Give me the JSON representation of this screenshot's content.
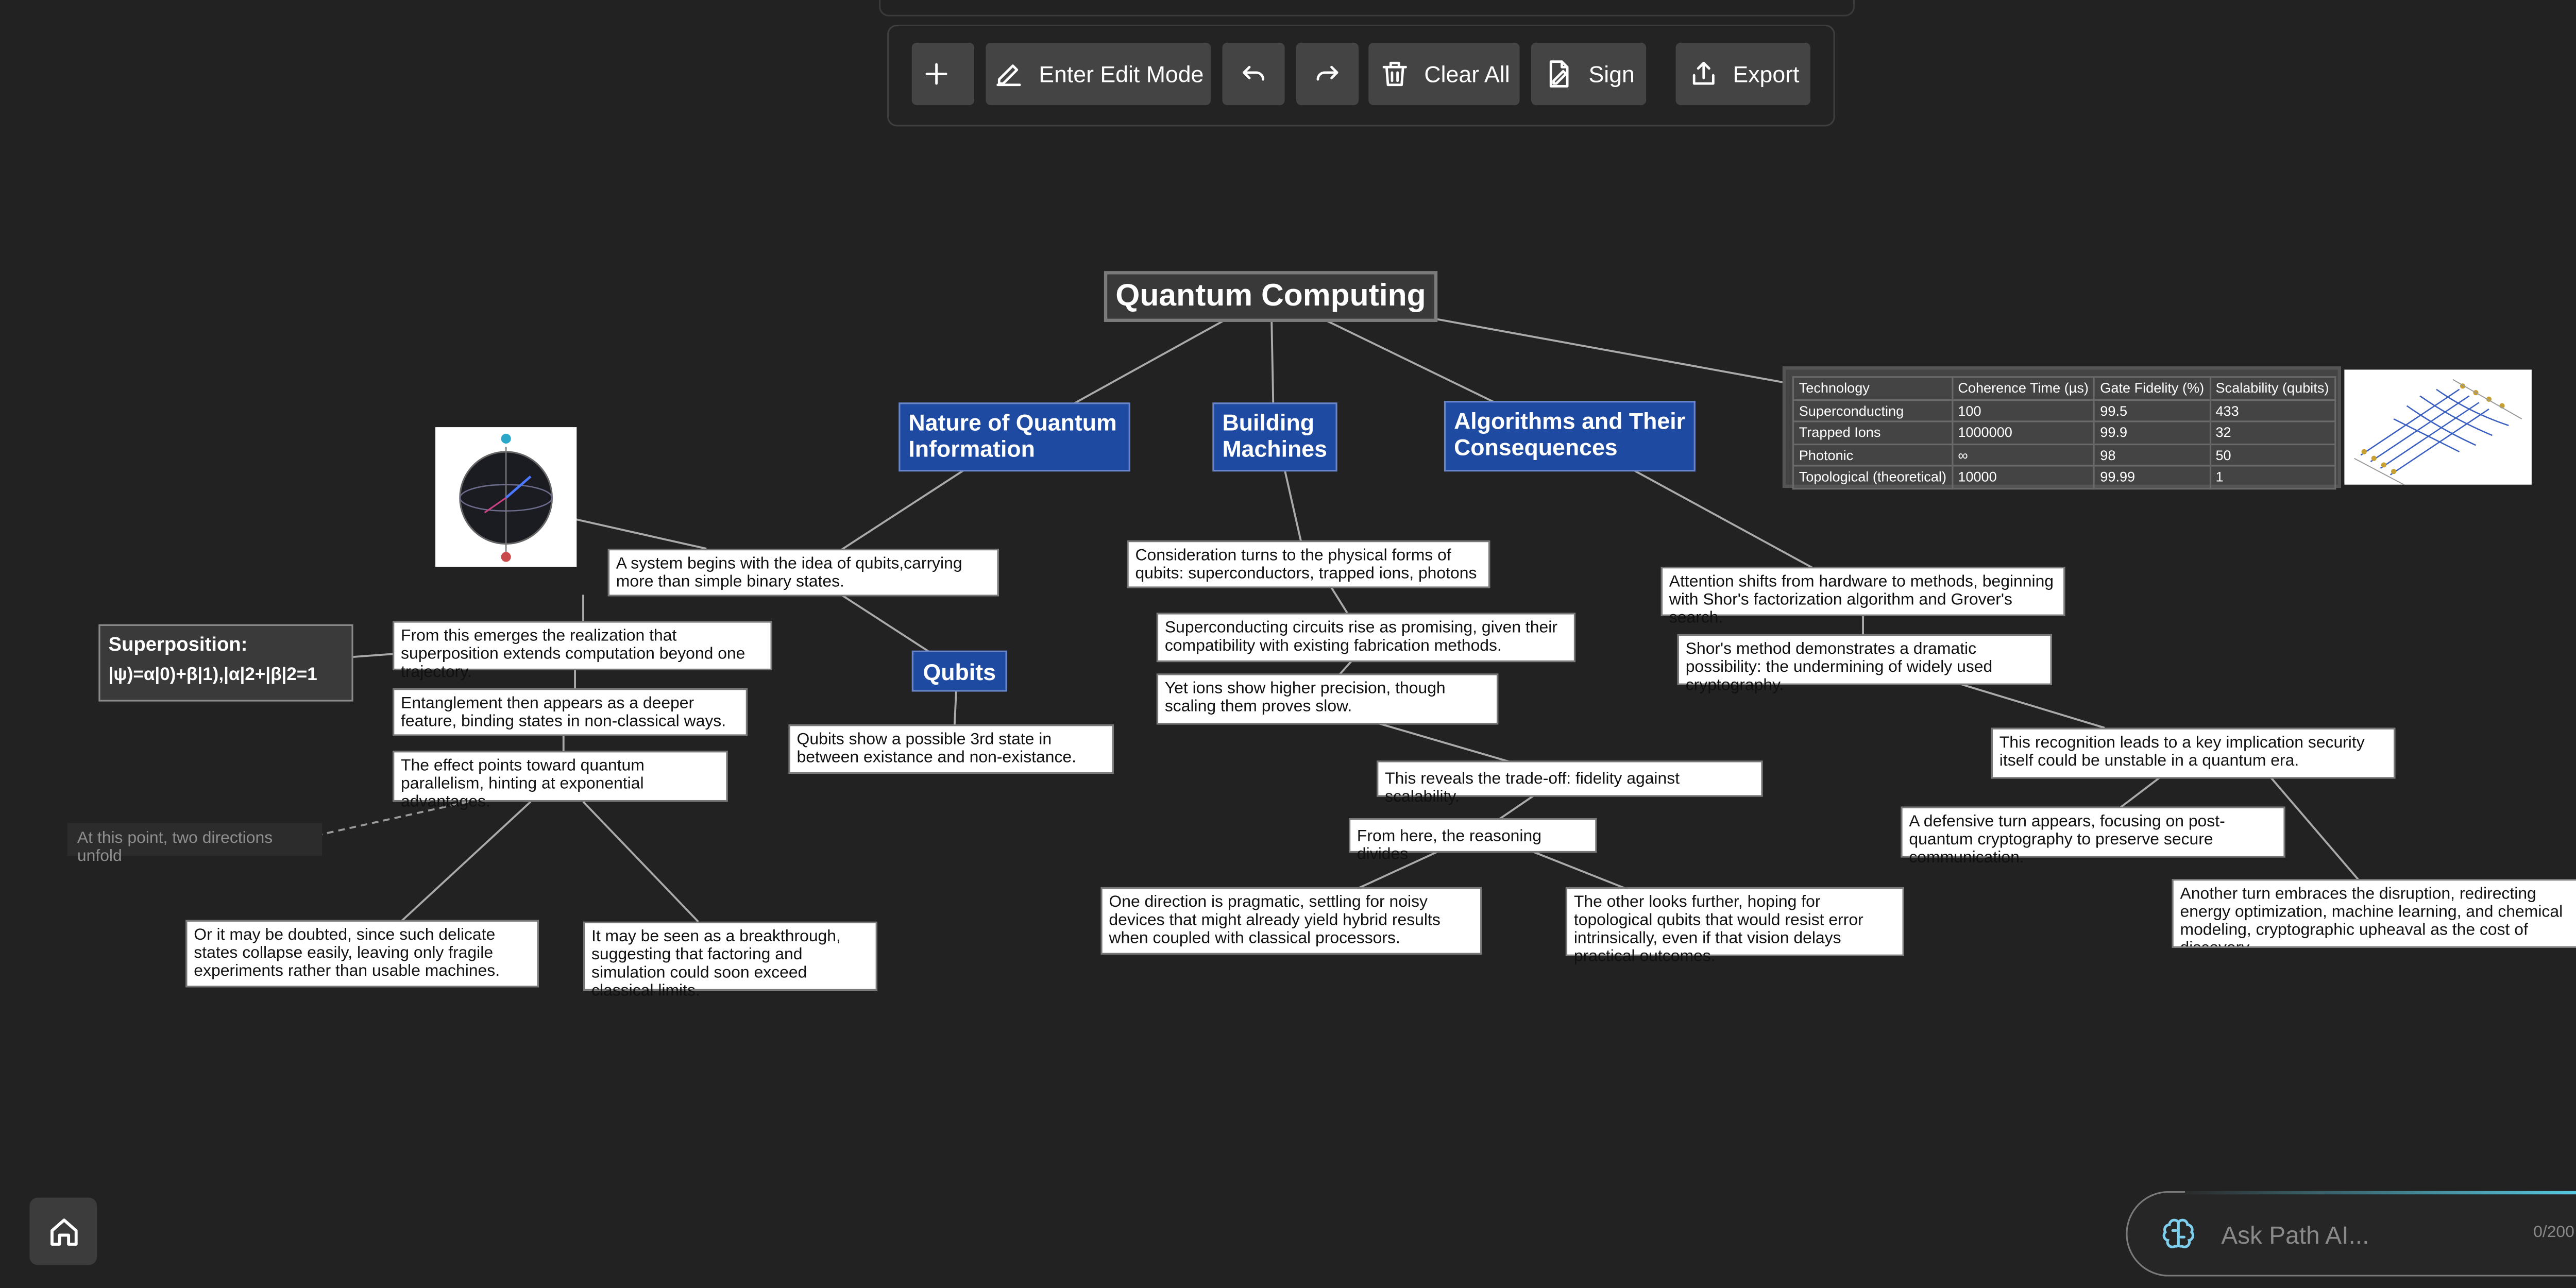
{
  "toolbar": {
    "add_label": "",
    "edit_label": "Enter Edit Mode",
    "clear_label": "Clear All",
    "sign_label": "Sign",
    "export_label": "Export"
  },
  "map": {
    "root": "Quantum Computing",
    "topics": {
      "nature": "Nature of Quantum Information",
      "building": "Building Machines",
      "algorithms": "Algorithms and Their Consequences",
      "qubits": "Qubits"
    },
    "notes": {
      "system_begins": "A system begins with the idea of qubits,carrying more than simple binary states.",
      "superposition_realization": "From this emerges the realization that superposition extends computation beyond one trajectory.",
      "entanglement": "Entanglement then appears as a deeper feature, binding states in non-classical ways.",
      "parallelism": "The effect points toward quantum parallelism, hinting at exponential advantages.",
      "doubted": "Or it may be doubted, since such delicate states collapse easily, leaving only fragile experiments rather than usable machines.",
      "breakthrough": "It may be seen as a breakthrough, suggesting that factoring and simulation could soon exceed classical limits.",
      "third_state": "Qubits show a possible 3rd state in between existance and non-existance.",
      "physical_forms": "Consideration turns to the physical forms of qubits: superconductors, trapped ions, photons",
      "superconducting": "Superconducting circuits rise as promising, given their compatibility with existing fabrication methods.",
      "ions": "Yet ions show higher precision, though scaling them proves slow.",
      "tradeoff": "This reveals the trade-off: fidelity against scalability.",
      "divides": "From here, the reasoning divides",
      "pragmatic": "One direction is pragmatic, settling for noisy devices that might already yield hybrid results when coupled with classical processors.",
      "topological": "The other looks further, hoping for topological qubits that would resist error intrinsically, even if that vision delays practical outcomes.",
      "attention": "Attention shifts from hardware to methods, beginning with Shor's factorization algorithm and Grover's search.",
      "shor": "Shor's method demonstrates a dramatic possibility: the undermining of widely used cryptography.",
      "recognition": "This recognition leads to a key implication security itself could be unstable in a quantum era.",
      "defensive": "A defensive turn appears, focusing on post-quantum cryptography to preserve secure communication.",
      "another": "Another turn embraces the disruption, redirecting energy optimization, machine learning, and chemical modeling, cryptographic upheaval as the cost of discovery."
    },
    "superposition_title": "Superposition:",
    "superposition_formula": "|ψ)=α|0)+β|1),|α|2+|β|2=1",
    "ghost_note": "At this point, two directions unfold",
    "table": {
      "headers": [
        "Technology",
        "Coherence Time (µs)",
        "Gate Fidelity (%)",
        "Scalability (qubits)"
      ],
      "rows": [
        [
          "Superconducting",
          "100",
          "99.5",
          "433"
        ],
        [
          "Trapped Ions",
          "1000000",
          "99.9",
          "32"
        ],
        [
          "Photonic",
          "∞",
          "98",
          "50"
        ],
        [
          "Topological (theoretical)",
          "10000",
          "99.99",
          "1"
        ]
      ]
    }
  },
  "ask": {
    "placeholder": "Ask Path AI...",
    "counter": "0/200"
  },
  "colors": {
    "background": "#222222",
    "topic_blue": "#1f4aa2",
    "button_gray": "#444444",
    "ask_accent": "#59c8e0"
  },
  "icons": [
    "plus-icon",
    "pencil-icon",
    "undo-icon",
    "redo-icon",
    "trash-icon",
    "sign-icon",
    "export-icon",
    "brain-icon",
    "home-icon"
  ]
}
